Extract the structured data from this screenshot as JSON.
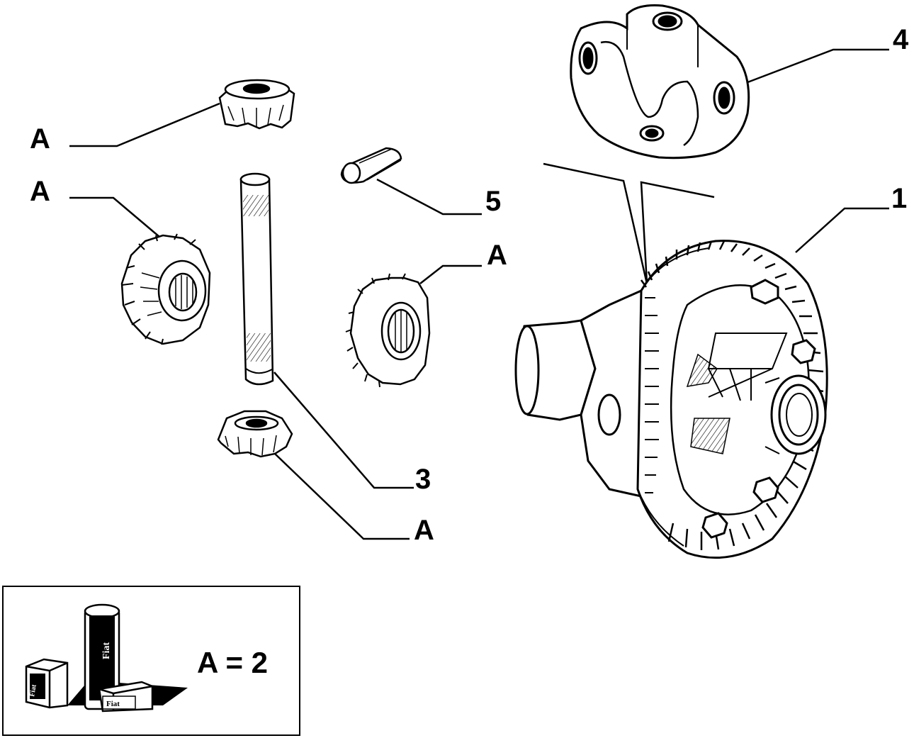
{
  "callouts": {
    "pinion_top": "A",
    "side_gear_left": "A",
    "side_gear_right": "A",
    "pinion_bottom": "A",
    "pin_short": "5",
    "shaft": "3",
    "housing": "1",
    "carrier": "4"
  },
  "legend": {
    "quantity_text": "A = 2",
    "box_brand": "Fiat",
    "tube_brand": "Fiat"
  },
  "colors": {
    "line": "#000000",
    "background": "#ffffff"
  }
}
